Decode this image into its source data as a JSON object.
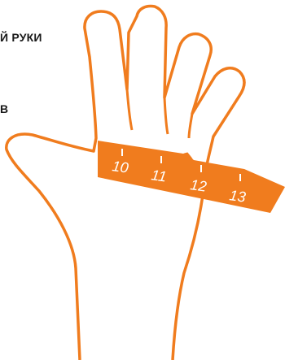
{
  "labels": {
    "line1": "Й РУКИ",
    "line2": "В"
  },
  "ruler": {
    "ticks": [
      "10",
      "11",
      "12",
      "13"
    ]
  },
  "colors": {
    "outline": "#f07c1e",
    "fill": "#ffffff",
    "ruler": "#f07c1e",
    "ruler_text": "#ffffff",
    "text": "#1a1a1a"
  }
}
